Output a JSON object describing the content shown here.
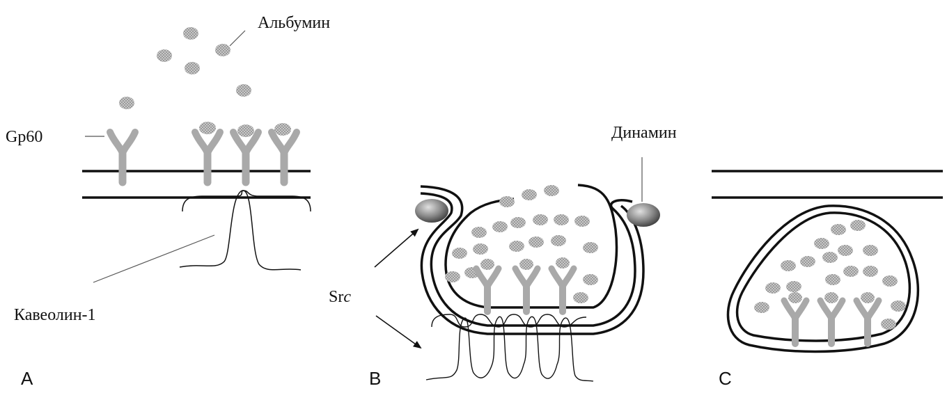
{
  "labels": {
    "albumin": "Альбумин",
    "gp60": "Gp60",
    "caveolin": "Кавеолин-1",
    "dynamin": "Динамин",
    "src_prefix": "Sr",
    "src_suffix": "c"
  },
  "panels": {
    "a": "A",
    "b": "B",
    "c": "C"
  },
  "colors": {
    "membrane": "#111111",
    "receptor": "#a9a9a9",
    "albumin_dot": "#9a9a9a",
    "dynamin_dark": "#4a4a4a"
  },
  "icons": [
    "albumin-dot",
    "gp60-receptor",
    "dynamin-particle",
    "arrow"
  ]
}
